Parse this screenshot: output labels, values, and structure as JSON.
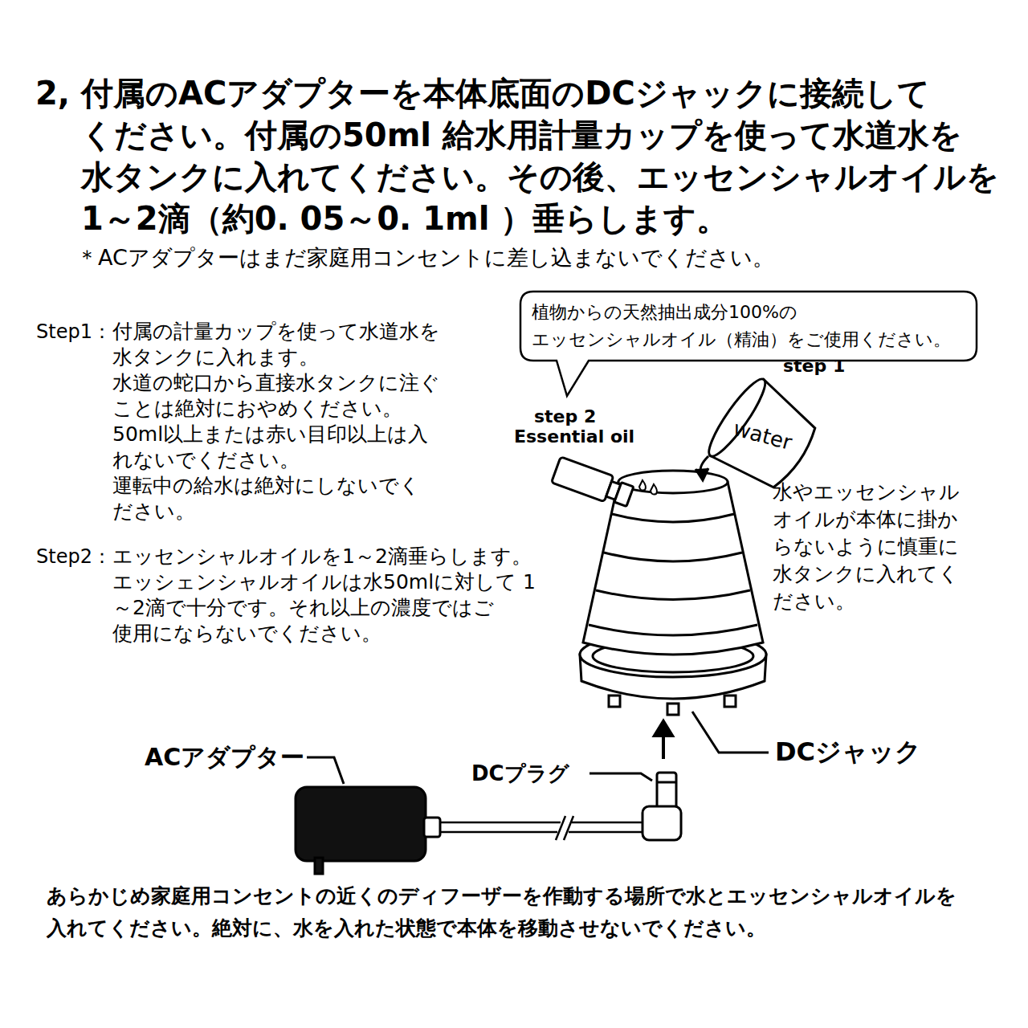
{
  "diagram": {
    "title": "2, 付属のACアダプターを本体底面のDCジャックに接続して ください。付属の50ml 給水用計量カップを使って水道水を 水タンクに入れてください。その後、エッセンシャルオイルを 1～2滴（約0. 05～0. 1ml ）垂らします。",
    "nodes": [
      {
        "text": [
          "植物からの天然抽出成分100%の エッセンシャルオイル（精油）をご使用ください。"
        ]
      }
    ],
    "labels": [
      "＊ACアダプターはまだ家庭用コンセントに差し込まないでください。",
      "Step1：",
      "付属の計量カップを使って水道水を 水タンクに入れます。",
      "水道の蛇口から直接水タンクに注ぐ ことは絶対におやめください。",
      "50ml以上または赤い目印以上は入 れないでください。",
      "運転中の給水は絶対にしないでく ださい。",
      "Step2：",
      "エッセンシャルオイルを1～2滴垂らします。",
      "エッシェンシャルオイルは水50mlに対して 1～2滴で十分です。それ以上の濃度ではご 使用にならないでください。",
      "step 1",
      "step 2",
      "Essential oil",
      "water",
      "水やエッセンシャル オイルが本体に掛か らないように慎重に 水タンクに入れてく ださい。",
      "ACアダプター",
      "DCプラグ",
      "DCジャック",
      "あらかじめ家庭用コンセントの近くのディフーザーを作動する場所で水とエッセンシャルオイルを 入れてください。絶対に、水を入れた状態で本体を移動させないでください。"
    ]
  }
}
